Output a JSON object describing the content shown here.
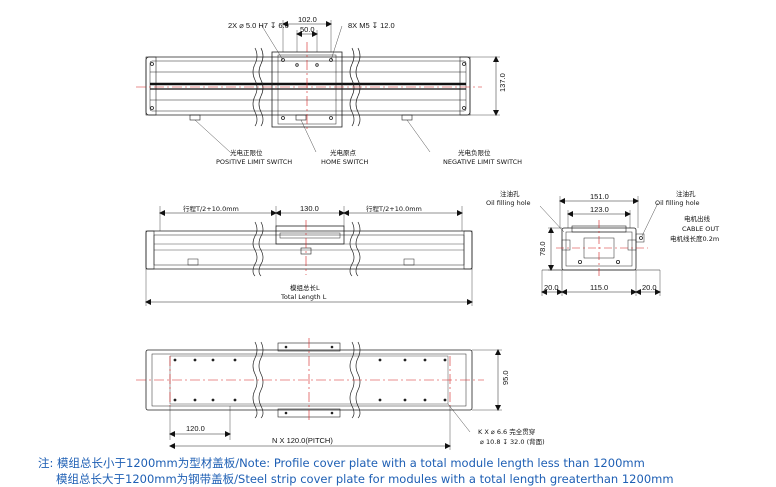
{
  "top_view": {
    "hole_spec_left": "2X ⌀ 5.0 H7 ↧ 6.0",
    "hole_spec_right": "8X  M5 ↧ 12.0",
    "dim_102": "102.0",
    "dim_50": "50.0",
    "dim_137": "137.0",
    "positive_limit_cn": "光电正限位",
    "positive_limit_en": "POSITIVE LIMIT SWITCH",
    "home_cn": "光电原点",
    "home_en": "HOME SWITCH",
    "negative_limit_cn": "光电负限位",
    "negative_limit_en": "NEGATIVE LIMIT SWITCH"
  },
  "side_view": {
    "stroke_left": "行程T/2+10.0mm",
    "center_130": "130.0",
    "stroke_right": "行程T/2+10.0mm",
    "total_length_cn": "模组总长L",
    "total_length_en": "Total Length L"
  },
  "end_view": {
    "oil_left_cn": "注油孔",
    "oil_left_en": "Oil filling hole",
    "oil_right_cn": "注油孔",
    "oil_right_en": "Oil filling hole",
    "cable_cn": "电机出线",
    "cable_en": "CABLE OUT",
    "cable_len": "电机线长度0.2m",
    "dim_151": "151.0",
    "dim_123": "123.0",
    "dim_78": "78.0",
    "dim_20_left": "20.0",
    "dim_115": "115.0",
    "dim_20_right": "20.0"
  },
  "bottom_view": {
    "dim_95": "95.0",
    "dim_120": "120.0",
    "pitch": "N X 120.0(PITCH)",
    "mount_hole_1": "K X ⌀ 6.6 完全贯穿",
    "mount_hole_2": "⌀ 10.8 ↧ 32.0 (背面)"
  },
  "notes": {
    "line1": "注: 模组总长小于1200mm为型材盖板/Note: Profile cover plate with a total module length less than 1200mm",
    "line2": "模组总长大于1200mm为钢带盖板/Steel strip cover plate for modules with a total length greaterthan 1200mm"
  }
}
